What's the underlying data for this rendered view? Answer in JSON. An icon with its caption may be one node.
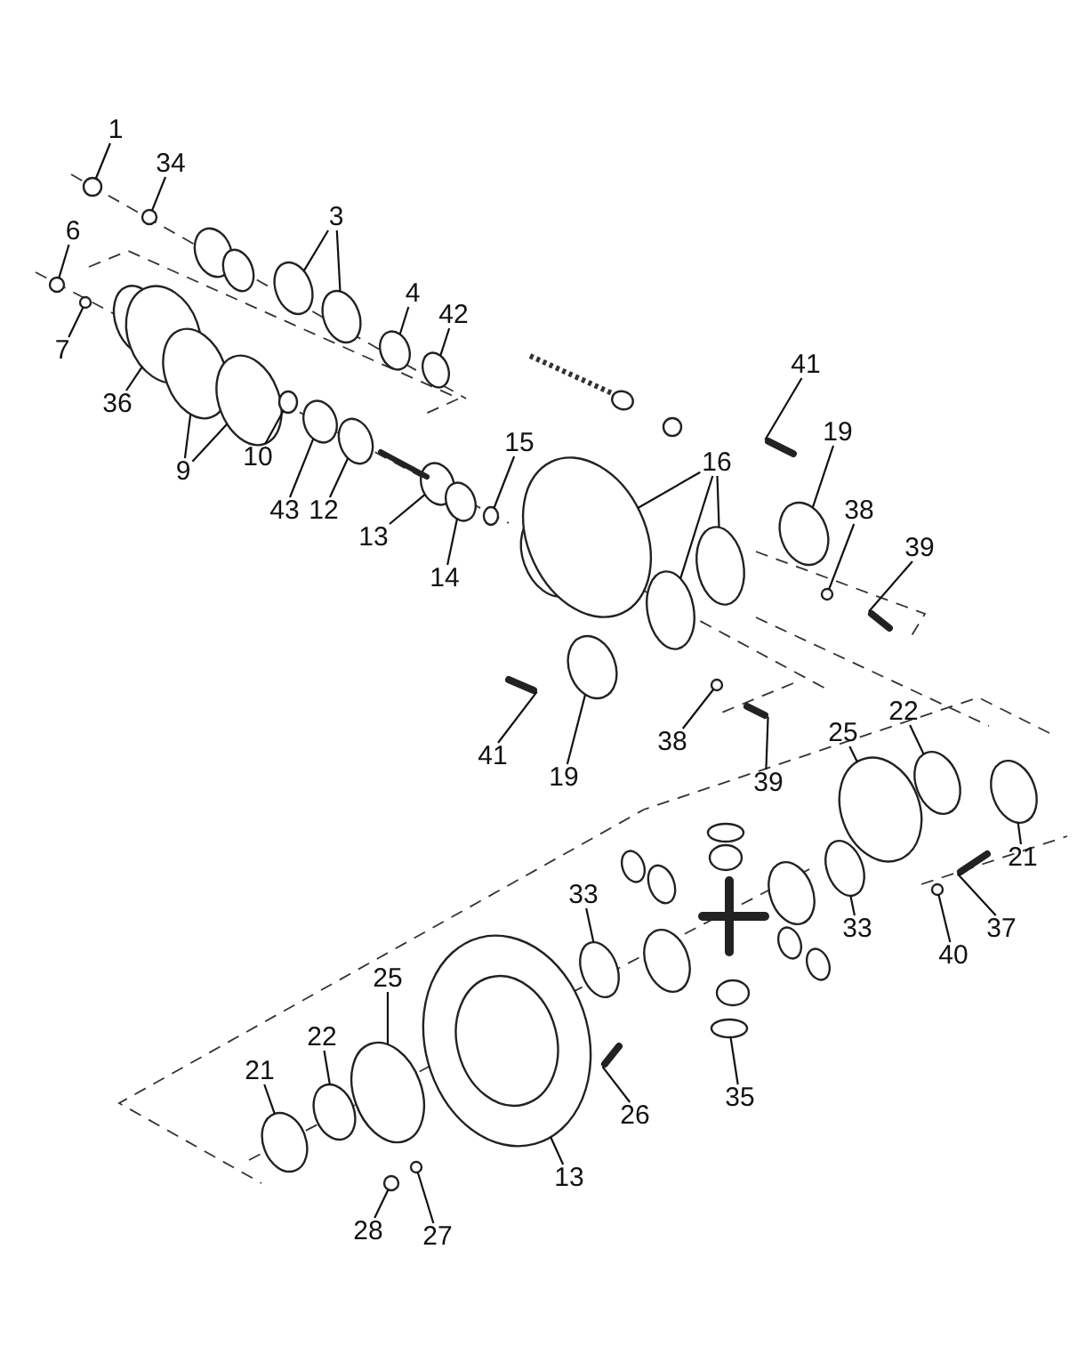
{
  "diagram": {
    "nodes": [
      {
        "text": [
          "1"
        ]
      },
      {
        "text": [
          "34"
        ]
      },
      {
        "text": [
          "3"
        ]
      },
      {
        "text": [
          "6"
        ]
      },
      {
        "text": [
          "4"
        ]
      },
      {
        "text": [
          "42"
        ]
      },
      {
        "text": [
          "7"
        ]
      },
      {
        "text": [
          "36"
        ]
      },
      {
        "text": [
          "41"
        ]
      },
      {
        "text": [
          "19"
        ]
      },
      {
        "text": [
          "15"
        ]
      },
      {
        "text": [
          "16"
        ]
      },
      {
        "text": [
          "9"
        ]
      },
      {
        "text": [
          "10"
        ]
      },
      {
        "text": [
          "38"
        ]
      },
      {
        "text": [
          "43"
        ]
      },
      {
        "text": [
          "12"
        ]
      },
      {
        "text": [
          "13"
        ]
      },
      {
        "text": [
          "39"
        ]
      },
      {
        "text": [
          "14"
        ]
      },
      {
        "text": [
          "25"
        ]
      },
      {
        "text": [
          "22"
        ]
      },
      {
        "text": [
          "38"
        ]
      },
      {
        "text": [
          "41"
        ]
      },
      {
        "text": [
          "19"
        ]
      },
      {
        "text": [
          "39"
        ]
      },
      {
        "text": [
          "21"
        ]
      },
      {
        "text": [
          "33"
        ]
      },
      {
        "text": [
          "33"
        ]
      },
      {
        "text": [
          "37"
        ]
      },
      {
        "text": [
          "40"
        ]
      },
      {
        "text": [
          "25"
        ]
      },
      {
        "text": [
          "22"
        ]
      },
      {
        "text": [
          "21"
        ]
      },
      {
        "text": [
          "35"
        ]
      },
      {
        "text": [
          "26"
        ]
      },
      {
        "text": [
          "13"
        ]
      },
      {
        "text": [
          "28"
        ]
      },
      {
        "text": [
          "27"
        ]
      },
      {
        "text": [],
        "shape": "circle"
      },
      {
        "text": [],
        "shape": "circle"
      },
      {
        "text": [],
        "shape": "circle"
      },
      {
        "text": [],
        "shape": "circle"
      },
      {
        "text": [],
        "shape": "circle"
      },
      {
        "text": [],
        "shape": "circle"
      },
      {
        "text": [],
        "shape": "circle"
      },
      {
        "text": [],
        "shape": "circle"
      },
      {
        "text": [],
        "shape": "circle"
      },
      {
        "text": [],
        "shape": "bar"
      },
      {
        "text": [],
        "shape": "circle"
      },
      {
        "text": [],
        "shape": "circle"
      },
      {
        "text": [],
        "shape": "circle"
      },
      {
        "text": [],
        "shape": "circle"
      },
      {
        "text": [],
        "shape": "circle"
      },
      {
        "text": [],
        "shape": "circle"
      },
      {
        "text": [],
        "shape": "circle"
      },
      {
        "text": [],
        "shape": "circle"
      },
      {
        "text": [],
        "shape": "circle"
      },
      {
        "text": [],
        "shape": "circle"
      },
      {
        "text": [],
        "shape": "circle"
      },
      {
        "text": [],
        "shape": "circle"
      },
      {
        "text": [],
        "shape": "bar"
      },
      {
        "text": [],
        "shape": "circle"
      },
      {
        "text": [],
        "shape": "circle"
      },
      {
        "text": [],
        "shape": "circle"
      },
      {
        "text": [],
        "shape": "circle"
      },
      {
        "text": [],
        "shape": "bar"
      },
      {
        "text": [],
        "shape": "circle"
      },
      {
        "text": [],
        "shape": "bar"
      },
      {
        "text": [],
        "shape": "circle"
      },
      {
        "text": [],
        "shape": "circle"
      },
      {
        "text": [],
        "shape": "circle"
      },
      {
        "text": [],
        "shape": "bar"
      },
      {
        "text": [],
        "shape": "circle"
      },
      {
        "text": [],
        "shape": "circle"
      },
      {
        "text": [],
        "shape": "circle"
      },
      {
        "text": [],
        "shape": "circle"
      },
      {
        "text": [],
        "shape": "circle"
      },
      {
        "text": [],
        "shape": "bar"
      },
      {
        "text": [],
        "shape": "circle"
      },
      {
        "text": [],
        "shape": "circle"
      },
      {
        "text": [],
        "shape": "circle"
      }
    ],
    "edges": [
      {
        "from": 0,
        "to": 39,
        "arrow": "none"
      },
      {
        "from": 1,
        "to": 40,
        "arrow": "none"
      },
      {
        "from": 2,
        "to": 41,
        "arrow": "none"
      },
      {
        "from": 2,
        "to": 42,
        "arrow": "none"
      },
      {
        "from": 3,
        "to": 43,
        "arrow": "none"
      },
      {
        "from": 4,
        "to": 44,
        "arrow": "none"
      },
      {
        "from": 5,
        "to": 45,
        "arrow": "none"
      },
      {
        "from": 6,
        "to": 46,
        "arrow": "none"
      },
      {
        "from": 7,
        "to": 47,
        "arrow": "none"
      },
      {
        "from": 8,
        "to": 48,
        "arrow": "none"
      },
      {
        "from": 9,
        "to": 49,
        "arrow": "none"
      },
      {
        "from": 10,
        "to": 50,
        "arrow": "none"
      },
      {
        "from": 11,
        "to": 51,
        "arrow": "none"
      },
      {
        "from": 11,
        "to": 52,
        "arrow": "none"
      },
      {
        "from": 11,
        "to": 53,
        "arrow": "none"
      },
      {
        "from": 12,
        "to": 54,
        "arrow": "none"
      },
      {
        "from": 12,
        "to": 55,
        "arrow": "none"
      },
      {
        "from": 13,
        "to": 56,
        "arrow": "none"
      },
      {
        "from": 14,
        "to": 57,
        "arrow": "none"
      },
      {
        "from": 15,
        "to": 58,
        "arrow": "none"
      },
      {
        "from": 16,
        "to": 59,
        "arrow": "none"
      },
      {
        "from": 17,
        "to": 60,
        "arrow": "none"
      },
      {
        "from": 18,
        "to": 61,
        "arrow": "none"
      },
      {
        "from": 19,
        "to": 62,
        "arrow": "none"
      },
      {
        "from": 20,
        "to": 63,
        "arrow": "none"
      },
      {
        "from": 21,
        "to": 64,
        "arrow": "none"
      },
      {
        "from": 22,
        "to": 65,
        "arrow": "none"
      },
      {
        "from": 23,
        "to": 66,
        "arrow": "none"
      },
      {
        "from": 24,
        "to": 67,
        "arrow": "none"
      },
      {
        "from": 25,
        "to": 68,
        "arrow": "none"
      },
      {
        "from": 26,
        "to": 69,
        "arrow": "none"
      },
      {
        "from": 27,
        "to": 70,
        "arrow": "none"
      },
      {
        "from": 28,
        "to": 71,
        "arrow": "none"
      },
      {
        "from": 29,
        "to": 72,
        "arrow": "none"
      },
      {
        "from": 30,
        "to": 73,
        "arrow": "none"
      },
      {
        "from": 31,
        "to": 74,
        "arrow": "none"
      },
      {
        "from": 32,
        "to": 75,
        "arrow": "none"
      },
      {
        "from": 33,
        "to": 76,
        "arrow": "none"
      },
      {
        "from": 34,
        "to": 77,
        "arrow": "none"
      },
      {
        "from": 35,
        "to": 78,
        "arrow": "none"
      },
      {
        "from": 36,
        "to": 79,
        "arrow": "none"
      },
      {
        "from": 37,
        "to": 80,
        "arrow": "none"
      },
      {
        "from": 38,
        "to": 81,
        "arrow": "none"
      }
    ]
  }
}
